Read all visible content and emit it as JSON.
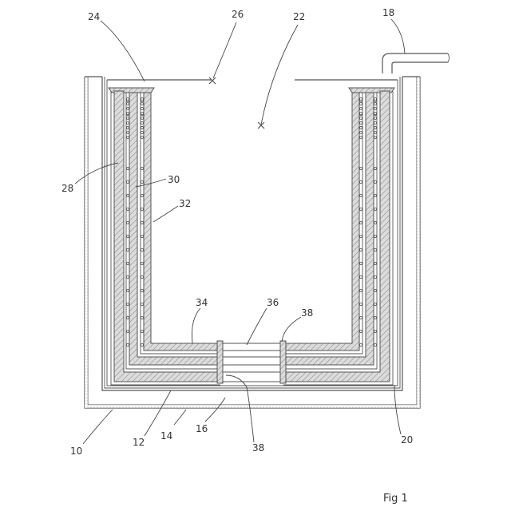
{
  "figure_caption": "Fig 1",
  "reference_numerals": {
    "vessel_outer": "10",
    "wall_layer_a": "12",
    "wall_layer_b": "14",
    "wall_layer_c": "16",
    "outlet_pipe": "18",
    "side_gap": "20",
    "interior_space": "22",
    "lid": "24",
    "lid_joint": "26",
    "outer_heater": "28",
    "middle_heater": "30",
    "inner_heater": "32",
    "bottom_connector_left": "34",
    "bottom_connector_center": "36",
    "bottom_connector_right_upper": "38",
    "bottom_connector_right_lower": "38"
  },
  "colors": {
    "line": "#555555",
    "hatch": "#8c8c8c",
    "fill": "#d9d9d9",
    "text": "#333333"
  }
}
